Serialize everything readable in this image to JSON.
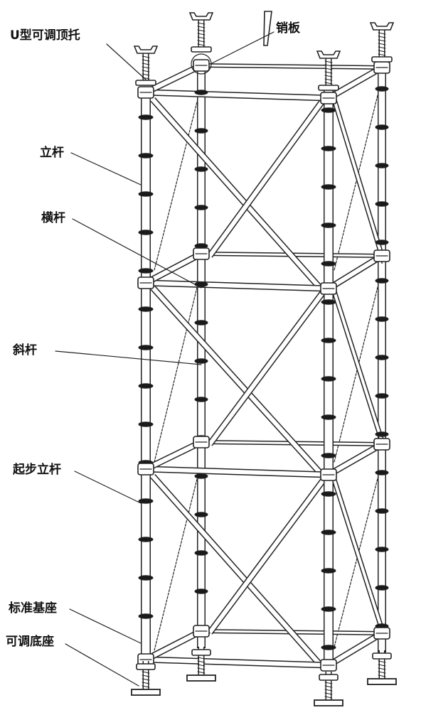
{
  "labels": {
    "u_head": "U型可调顶托",
    "pin": "销板",
    "standard": "立杆",
    "ledger": "横杆",
    "diagonal": "斜杆",
    "starter": "起步立杆",
    "base_collar": "标准基座",
    "base_jack": "可调底座"
  },
  "colors": {
    "line": "#222222",
    "background": "#ffffff"
  }
}
